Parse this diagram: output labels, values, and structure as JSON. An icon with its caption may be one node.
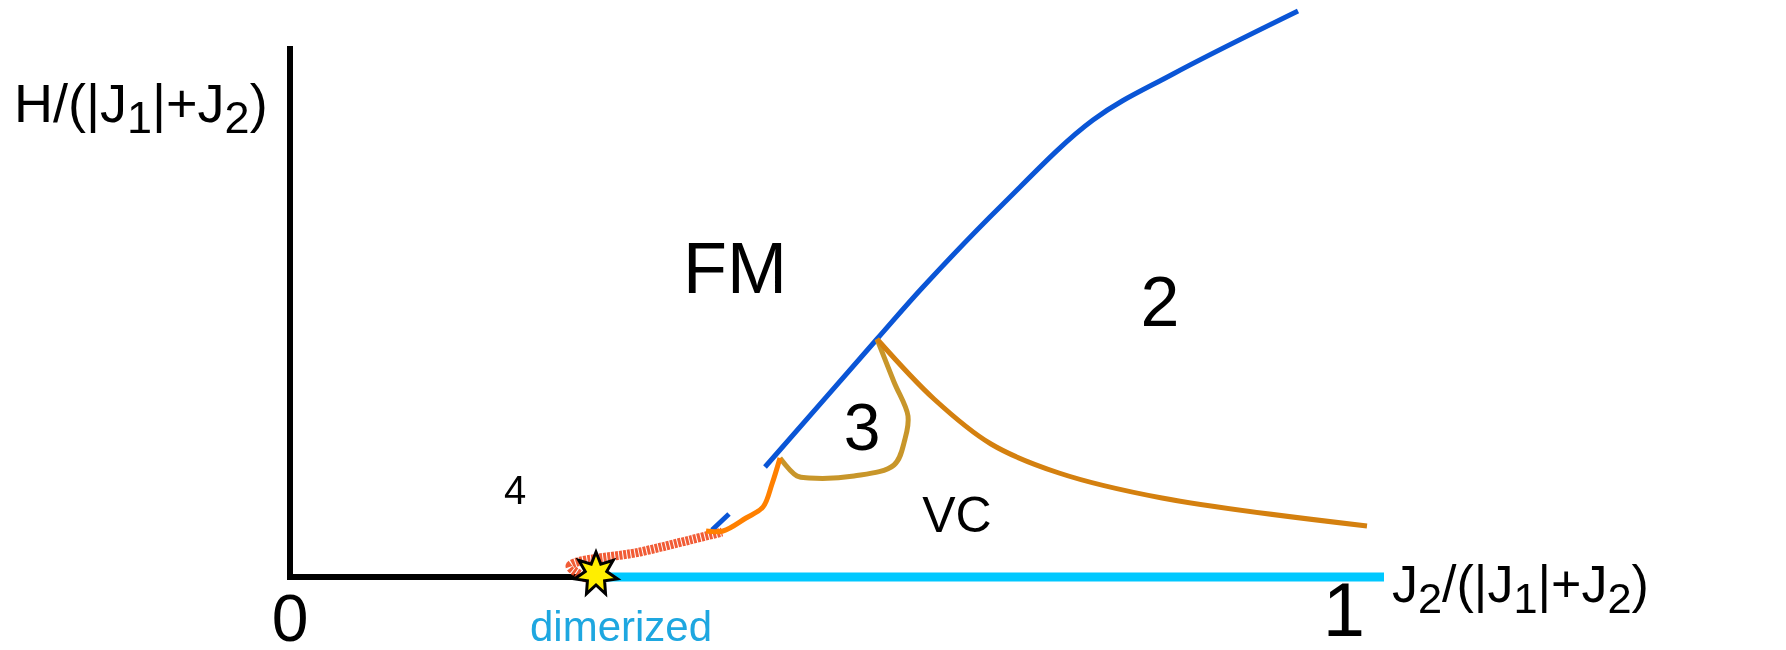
{
  "diagram": {
    "labels": [
      "H/(|J$_{1}$|+J$_{2}$)",
      "FM",
      "2",
      "3",
      "4",
      "VC",
      "0",
      "dimerized",
      "1",
      "J$_{2}$/(|J$_{1}$|+J$_{2}$)"
    ]
  }
}
